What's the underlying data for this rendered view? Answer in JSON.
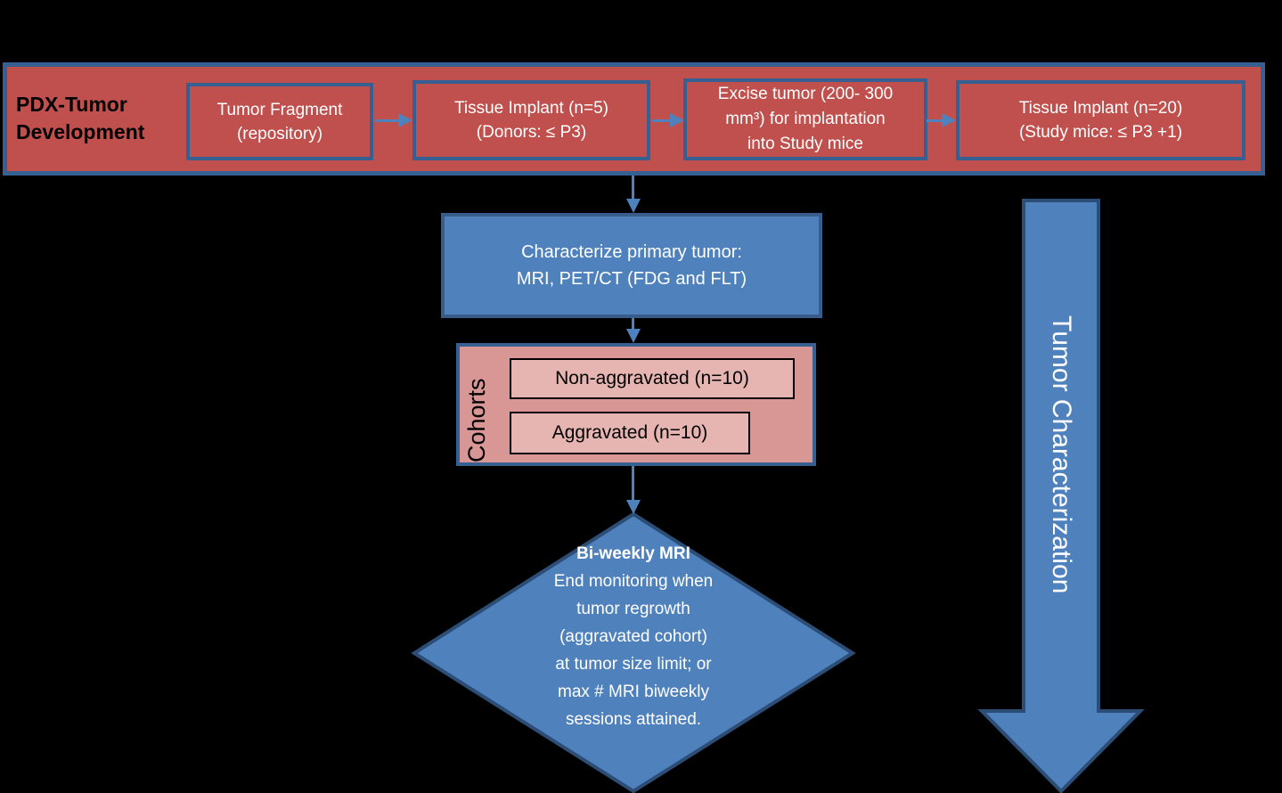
{
  "palette": {
    "background": "#000000",
    "red_fill": "#C0504D",
    "pink_fill": "#D89694",
    "pink_light_fill": "#E6B5B2",
    "blue_fill": "#4F81BD",
    "border_blue": "#366092",
    "border_blue_dark": "#2C4D75",
    "connector_blue": "#4F81BD"
  },
  "banner": {
    "title": "PDX-Tumor\nDevelopment",
    "boxes": [
      {
        "text": "Tumor Fragment\n(repository)"
      },
      {
        "text": "Tissue Implant (n=5)\n(Donors: ≤ P3)"
      },
      {
        "text": "Excise tumor (200- 300\nmm³) for implantation\ninto Study mice"
      },
      {
        "text": "Tissue Implant (n=20)\n(Study mice: ≤ P3 +1)"
      }
    ]
  },
  "characterize": {
    "text": "Characterize primary tumor:\nMRI, PET/CT (FDG and FLT)"
  },
  "cohorts": {
    "label": "Cohorts",
    "items": [
      "Non-aggravated (n=10)",
      "Aggravated (n=10)"
    ]
  },
  "diamond": {
    "title": "Bi-weekly MRI",
    "body": "End monitoring when\ntumor regrowth\n(aggravated cohort)\nat tumor size limit; or\nmax # MRI biweekly\nsessions attained."
  },
  "side_arrow": {
    "label": "Tumor Characterization"
  }
}
